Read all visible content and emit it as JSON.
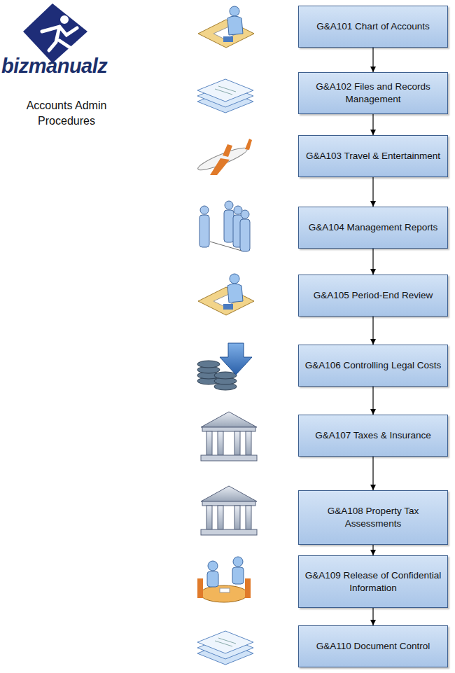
{
  "diagram": {
    "title": "Accounts Admin Procedures",
    "nodes": [
      {
        "text": [
          "G&A101 Chart of Accounts"
        ]
      },
      {
        "text": [
          "G&A102 Files and Records Management"
        ]
      },
      {
        "text": [
          "G&A103 Travel & Entertainment"
        ]
      },
      {
        "text": [
          "G&A104 Management Reports"
        ]
      },
      {
        "text": [
          "G&A105 Period-End Review"
        ]
      },
      {
        "text": [
          "G&A106 Controlling Legal Costs"
        ]
      },
      {
        "text": [
          "G&A107 Taxes & Insurance"
        ]
      },
      {
        "text": [
          "G&A108 Property Tax Assessments"
        ]
      },
      {
        "text": [
          "G&A109 Release of Confidential Information"
        ]
      },
      {
        "text": [
          "G&A110 Document Control"
        ]
      }
    ],
    "edges": [
      {
        "from": 0,
        "to": 1,
        "arrow": "to"
      },
      {
        "from": 1,
        "to": 2,
        "arrow": "to"
      },
      {
        "from": 2,
        "to": 3,
        "arrow": "to"
      },
      {
        "from": 3,
        "to": 4,
        "arrow": "to"
      },
      {
        "from": 4,
        "to": 5,
        "arrow": "to"
      },
      {
        "from": 5,
        "to": 6,
        "arrow": "to"
      },
      {
        "from": 6,
        "to": 7,
        "arrow": "to"
      },
      {
        "from": 7,
        "to": 8,
        "arrow": "to"
      },
      {
        "from": 8,
        "to": 9,
        "arrow": "to"
      }
    ],
    "labels": [
      "bizmanualz"
    ]
  }
}
